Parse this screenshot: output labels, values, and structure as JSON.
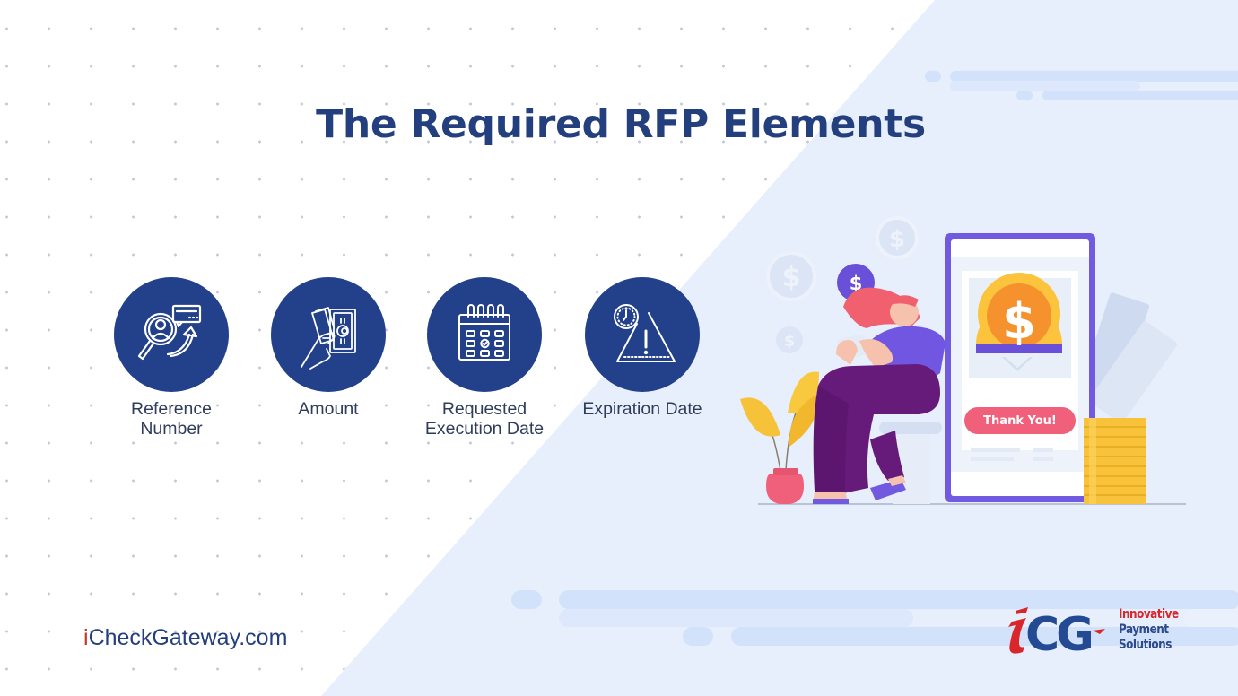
{
  "slide": {
    "title": "The Required RFP Elements",
    "elements": [
      {
        "label_line1": "Reference",
        "label_line2": "Number",
        "icon": "magnifier-person-icon"
      },
      {
        "label_line1": "Amount",
        "label_line2": "",
        "icon": "hand-cash-icon"
      },
      {
        "label_line1": "Requested",
        "label_line2": "Execution Date",
        "icon": "calendar-check-icon"
      },
      {
        "label_line1": "Expiration Date",
        "label_line2": "",
        "icon": "clock-warning-icon"
      }
    ]
  },
  "illustration": {
    "button_label": "Thank You!",
    "dollar_glyph": "$"
  },
  "footer": {
    "website_prefix": "i",
    "website_rest": "CheckGateway.com",
    "logo_text": "iCG",
    "logo_tagline": [
      "Innovative",
      "Payment",
      "Solutions"
    ]
  },
  "colors": {
    "navy": "#22418a",
    "title": "#243f7e",
    "accent_red": "#d9262b",
    "background_panel": "#e7effd",
    "phone_frame": "#7159e0",
    "thank_you_button": "#f0607a",
    "coin": "#f7b731"
  }
}
